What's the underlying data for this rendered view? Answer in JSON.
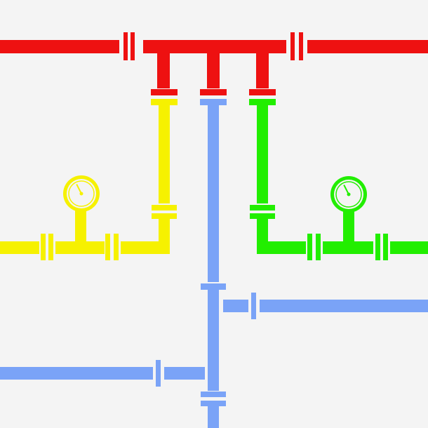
{
  "colors": {
    "background": "#f4f4f4",
    "main_red": "#ee1111",
    "yellow": "#f6f100",
    "blue": "#7aa3f7",
    "green": "#22ee00"
  },
  "pipes": {
    "red_main": {
      "color": "red"
    },
    "yellow_branch": {
      "color": "yellow"
    },
    "blue_branch": {
      "color": "blue"
    },
    "green_branch": {
      "color": "green"
    }
  },
  "gauges": {
    "left": {
      "icon": "pressure-gauge-icon",
      "color": "yellow",
      "needle_level": 0.4
    },
    "right": {
      "icon": "pressure-gauge-icon",
      "color": "green",
      "needle_level": 0.4
    }
  }
}
